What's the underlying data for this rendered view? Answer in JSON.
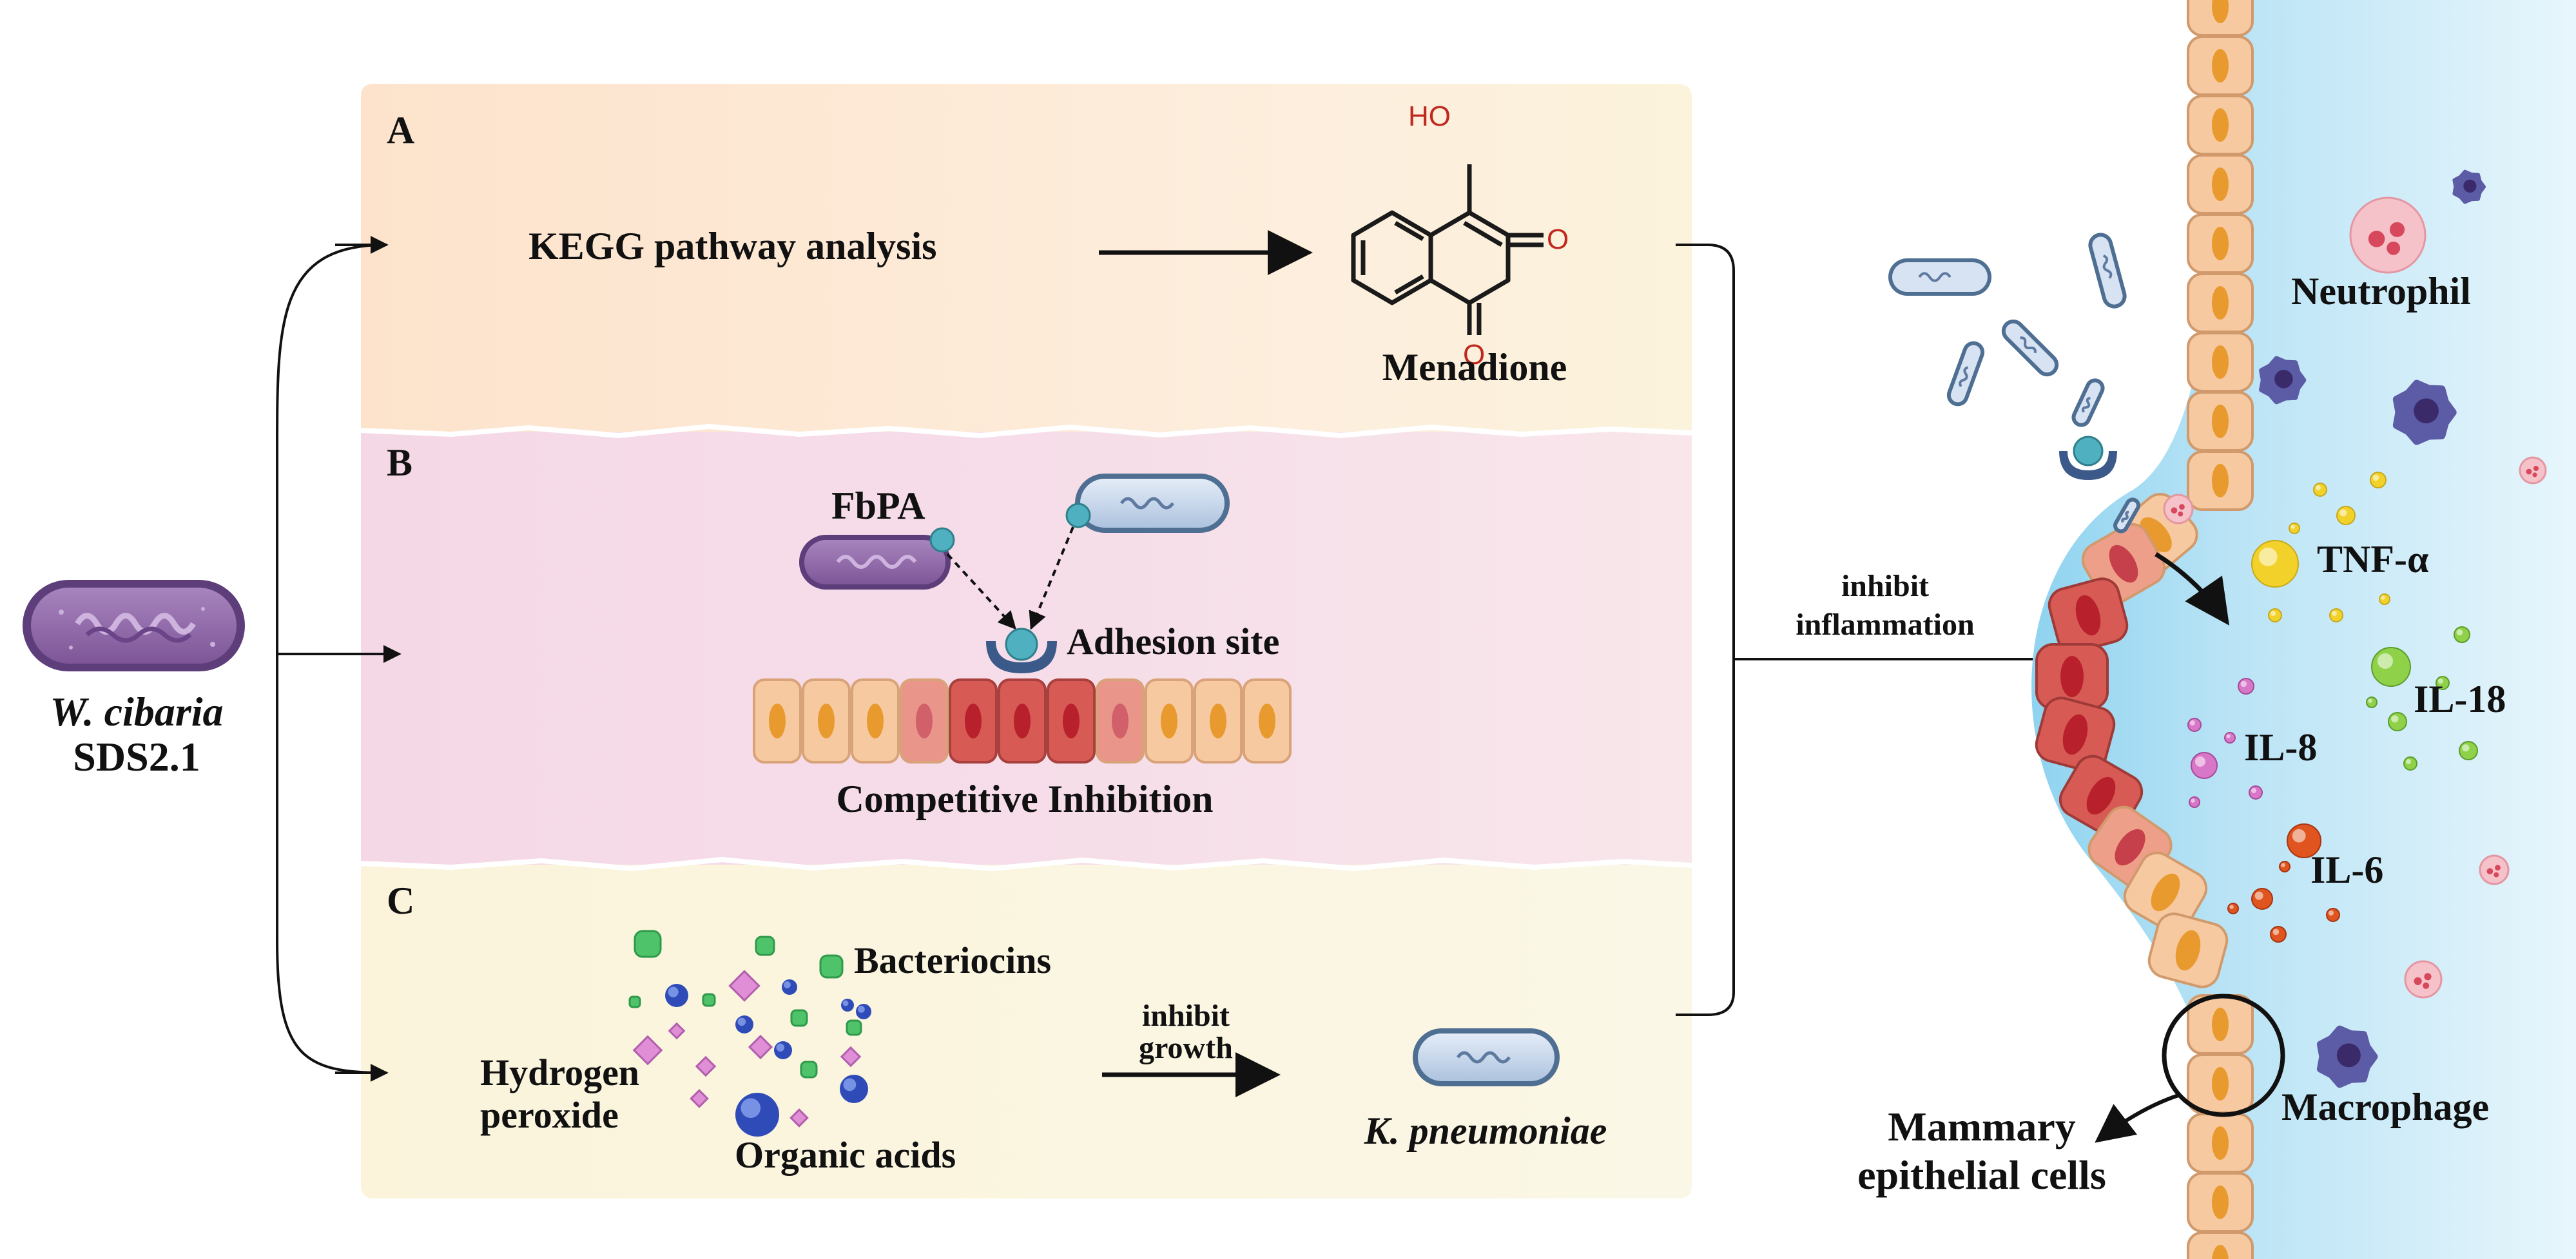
{
  "source": {
    "species": "W. cibaria",
    "strain": "SDS2.1"
  },
  "panels": {
    "a": {
      "letter": "A",
      "analysis": "KEGG pathway analysis",
      "compound": "Menadione",
      "chem_oh": "HO",
      "chem_o1": "O",
      "chem_o2": "O"
    },
    "b": {
      "letter": "B",
      "protein": "FbPA",
      "site": "Adhesion site",
      "caption": "Competitive Inhibition"
    },
    "c": {
      "letter": "C",
      "bacteriocins": "Bacteriocins",
      "peroxide_line1": "Hydrogen",
      "peroxide_line2": "peroxide",
      "acids": "Organic acids",
      "arrow_line1": "inhibit",
      "arrow_line2": "growth",
      "target": "K. pneumoniae"
    }
  },
  "right": {
    "arrow_line1": "inhibit",
    "arrow_line2": "inflammation",
    "neutrophil": "Neutrophil",
    "tnf": "TNF-α",
    "il18": "IL-18",
    "il8": "IL-8",
    "il6": "IL-6",
    "macrophage": "Macrophage",
    "epithelial_line1": "Mammary",
    "epithelial_line2": "epithelial cells"
  },
  "colors": {
    "panel_a": "#fce6d2",
    "panel_b": "#f4dbe8",
    "panel_c": "#fbf6dc",
    "lumen": "#a9dcf1",
    "cell_healthy": "#f6c9a0",
    "cell_inflamed": "#d85a55",
    "nucleus_healthy": "#e99a2e",
    "nucleus_inflamed": "#b8202c",
    "bacterium_source": "#8e67a6",
    "bacterium_target": "#c5d6ea"
  }
}
